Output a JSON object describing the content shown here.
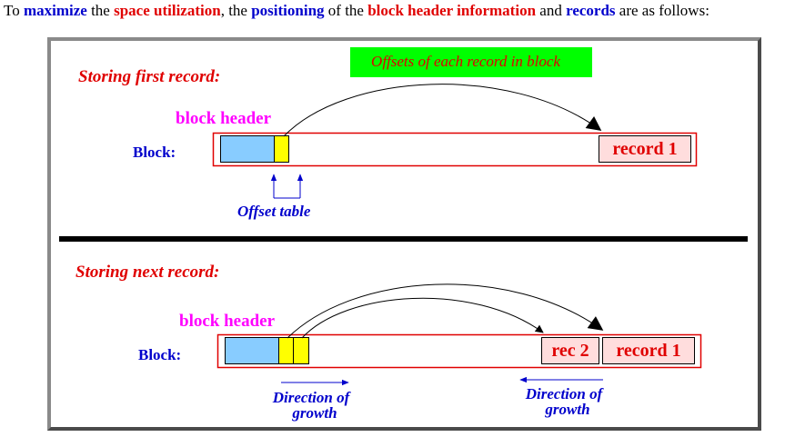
{
  "intro": {
    "p1": "To ",
    "p2": "maximize",
    "p3": " the ",
    "p4": "space utilization",
    "p5": ", the ",
    "p6": "positioning",
    "p7": " of the ",
    "p8": "block header information",
    "p9": " and ",
    "p10": "records",
    "p11": " are as follows:"
  },
  "colors": {
    "blue": "#0000cc",
    "red": "#e00000",
    "magenta": "#ff00ff",
    "green": "#00ff00",
    "header_blue": "#88ccff",
    "offset_yellow": "#ffff00",
    "record_fill": "#ffdddd"
  },
  "diagram": {
    "offsets_label": "Offsets of each record in block",
    "top": {
      "heading": "Storing first record:",
      "header_label": "block header",
      "block_label": "Block:",
      "record": "record 1",
      "offset_table_label": "Offset table"
    },
    "bottom": {
      "heading": "Storing next record:",
      "header_label": "block header",
      "block_label": "Block:",
      "record1": "record 1",
      "record2": "rec 2",
      "growth_left_1": "Direction of",
      "growth_left_2": "growth",
      "growth_right_1": "Direction of",
      "growth_right_2": "growth"
    }
  }
}
